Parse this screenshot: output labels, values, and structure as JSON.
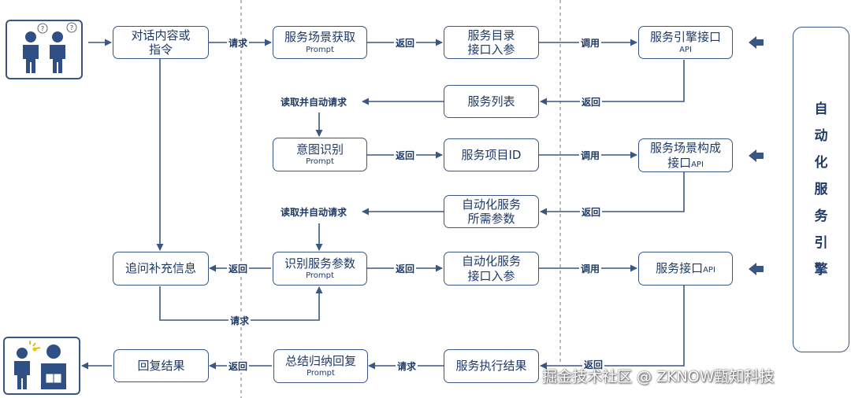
{
  "nodes": {
    "dialog_input": {
      "main": "对话内容或\n指令"
    },
    "scene_fetch": {
      "main": "服务场景获取",
      "sub": "Prompt"
    },
    "catalog_params": {
      "main": "服务目录\n接口入参"
    },
    "engine_api": {
      "main": "服务引擎接口",
      "sub": "API"
    },
    "service_list": {
      "main": "服务列表"
    },
    "intent": {
      "main": "意图识别",
      "sub": "Prompt"
    },
    "service_item_id": {
      "main": "服务项目ID"
    },
    "scene_build_api": {
      "main": "服务场景构成\n接口",
      "sub_inline": "API"
    },
    "auto_service_params": {
      "main": "自动化服务\n所需参数"
    },
    "followup": {
      "main": "追问补充信息"
    },
    "identify_params": {
      "main": "识别服务参数",
      "sub": "Prompt"
    },
    "auto_params": {
      "main": "自动化服务\n接口入参"
    },
    "service_api": {
      "main": "服务接口",
      "sub_inline": "API"
    },
    "reply": {
      "main": "回复结果"
    },
    "summary": {
      "main": "总结归纳回复",
      "sub": "Prompt"
    },
    "exec_result": {
      "main": "服务执行结果"
    }
  },
  "labels": {
    "request": "请求",
    "return": "返回",
    "call": "调用",
    "read_auto_request": "读取并自动请求"
  },
  "engine_title": [
    "自",
    "动",
    "化",
    "服",
    "务",
    "引",
    "擎"
  ],
  "watermark": "掘金技术社区 @ ZKNOW甄知科技",
  "colors": {
    "accent": "#3a5784",
    "text": "#1f3a66"
  }
}
